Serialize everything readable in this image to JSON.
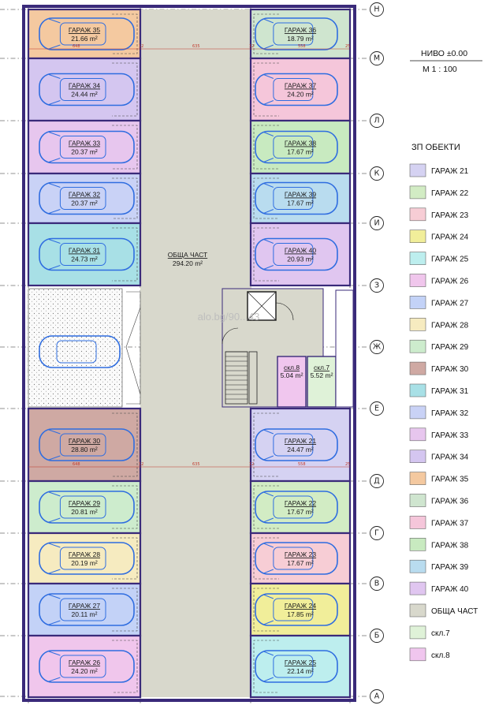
{
  "header": {
    "level": "НИВО ±0.00",
    "scale": "М 1 : 100"
  },
  "watermark": "alo.bg/90...43",
  "grid_axes": [
    "Н",
    "М",
    "Л",
    "К",
    "И",
    "З",
    "Ж",
    "Е",
    "Д",
    "Г",
    "В",
    "Б",
    "А"
  ],
  "garages_left": [
    {
      "name": "ГАРАЖ 35",
      "area": "21.66 m²",
      "color": "#f4c9a0"
    },
    {
      "name": "ГАРАЖ 34",
      "area": "24.44 m²",
      "color": "#d4c6f0"
    },
    {
      "name": "ГАРАЖ 33",
      "area": "20.37 m²",
      "color": "#e7c6ee"
    },
    {
      "name": "ГАРАЖ 32",
      "area": "20.37 m²",
      "color": "#c9d2f6"
    },
    {
      "name": "ГАРАЖ 31",
      "area": "24.73 m²",
      "color": "#a8e0e6"
    }
  ],
  "garages_right": [
    {
      "name": "ГАРАЖ 36",
      "area": "18.79 m²",
      "color": "#cfe5cf"
    },
    {
      "name": "ГАРАЖ 37",
      "area": "24.20 m²",
      "color": "#f5c6da"
    },
    {
      "name": "ГАРАЖ 38",
      "area": "17.67 m²",
      "color": "#c8eac0"
    },
    {
      "name": "ГАРАЖ 39",
      "area": "17.67 m²",
      "color": "#b9dcef"
    },
    {
      "name": "ГАРАЖ 40",
      "area": "20.93 m²",
      "color": "#e0c6f0"
    }
  ],
  "garages_left_bottom": [
    {
      "name": "ГАРАЖ 30",
      "area": "28.80 m²",
      "color": "#cfa9a3"
    },
    {
      "name": "ГАРАЖ 29",
      "area": "20.81 m²",
      "color": "#cdeccd"
    },
    {
      "name": "ГАРАЖ 28",
      "area": "20.19 m²",
      "color": "#f6ebc0"
    },
    {
      "name": "ГАРАЖ 27",
      "area": "20.11 m²",
      "color": "#c3d2f7"
    },
    {
      "name": "ГАРАЖ 26",
      "area": "24.20 m²",
      "color": "#f0c6ec"
    }
  ],
  "garages_right_bottom": [
    {
      "name": "ГАРАЖ 21",
      "area": "24.47 m²",
      "color": "#d5d2f2"
    },
    {
      "name": "ГАРАЖ 22",
      "area": "17.67 m²",
      "color": "#d2ecc4"
    },
    {
      "name": "ГАРАЖ 23",
      "area": "17.67 m²",
      "color": "#f7cdd5"
    },
    {
      "name": "ГАРАЖ 24",
      "area": "17.85 m²",
      "color": "#f1ee9a"
    },
    {
      "name": "ГАРАЖ 25",
      "area": "22.14 m²",
      "color": "#bdeeee"
    }
  ],
  "common": {
    "name": "ОБЩА ЧАСТ",
    "area": "294.20 m²",
    "color": "#d8d8cc"
  },
  "storage": [
    {
      "name": "скл.8",
      "area": "5.04 m²",
      "color": "#f0c6ee"
    },
    {
      "name": "скл.7",
      "area": "5.52 m²",
      "color": "#dff2d8"
    }
  ],
  "dims": {
    "left_width": "648",
    "mid_gap": "12",
    "aisle": "635",
    "right_width": "558",
    "edge": "25"
  },
  "legend": {
    "title": "ЗП ОБЕКТИ",
    "items": [
      {
        "label": "ГАРАЖ 21",
        "color": "#d5d2f2"
      },
      {
        "label": "ГАРАЖ 22",
        "color": "#d2ecc4"
      },
      {
        "label": "ГАРАЖ 23",
        "color": "#f7cdd5"
      },
      {
        "label": "ГАРАЖ 24",
        "color": "#f1ee9a"
      },
      {
        "label": "ГАРАЖ 25",
        "color": "#bdeeee"
      },
      {
        "label": "ГАРАЖ 26",
        "color": "#f0c6ec"
      },
      {
        "label": "ГАРАЖ 27",
        "color": "#c3d2f7"
      },
      {
        "label": "ГАРАЖ 28",
        "color": "#f6ebc0"
      },
      {
        "label": "ГАРАЖ 29",
        "color": "#cdeccd"
      },
      {
        "label": "ГАРАЖ 30",
        "color": "#cfa9a3"
      },
      {
        "label": "ГАРАЖ 31",
        "color": "#a8e0e6"
      },
      {
        "label": "ГАРАЖ 32",
        "color": "#c9d2f6"
      },
      {
        "label": "ГАРАЖ 33",
        "color": "#e7c6ee"
      },
      {
        "label": "ГАРАЖ 34",
        "color": "#d4c6f0"
      },
      {
        "label": "ГАРАЖ 35",
        "color": "#f4c9a0"
      },
      {
        "label": "ГАРАЖ 36",
        "color": "#cfe5cf"
      },
      {
        "label": "ГАРАЖ 37",
        "color": "#f5c6da"
      },
      {
        "label": "ГАРАЖ 38",
        "color": "#c8eac0"
      },
      {
        "label": "ГАРАЖ 39",
        "color": "#b9dcef"
      },
      {
        "label": "ГАРАЖ 40",
        "color": "#e0c6f0"
      },
      {
        "label": "ОБЩА ЧАСТ",
        "color": "#d8d8cc"
      },
      {
        "label": "скл.7",
        "color": "#dff2d8"
      },
      {
        "label": "скл.8",
        "color": "#f0c6ee"
      }
    ]
  }
}
